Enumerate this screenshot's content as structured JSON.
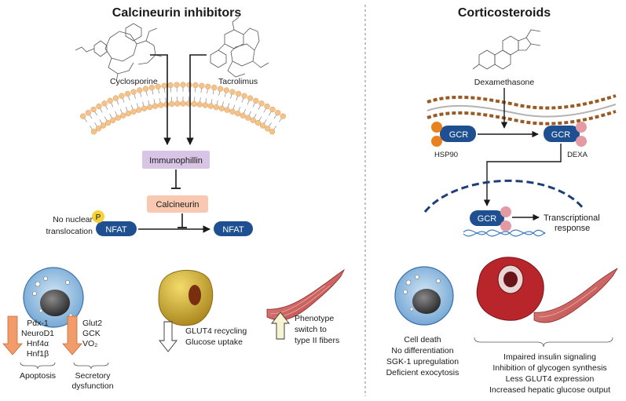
{
  "left": {
    "title": "Calcineurin inhibitors",
    "drug1": "Cyclosporine",
    "drug2": "Tacrolimus",
    "immunophillin": "Immunophillin",
    "calcineurin": "Calcineurin",
    "phospho": "P",
    "nfat": "NFAT",
    "nfat_active": "NFAT",
    "no_nuclear": [
      "No nuclear",
      "translocation"
    ],
    "beta_genes": [
      "Pdx-1",
      "NeuroD1",
      "Hnf4α",
      "Hnf1β"
    ],
    "beta_genes_label": "Apoptosis",
    "secretory_genes": [
      "Glut2",
      "GCK",
      "VO₂"
    ],
    "secretory_label": [
      "Secretory",
      "dysfunction"
    ],
    "adipose_effects": [
      "GLUT4 recycling",
      "Glucose uptake"
    ],
    "muscle_effects": [
      "Phenotype",
      "switch to",
      "type II fibers"
    ]
  },
  "right": {
    "title": "Corticosteroids",
    "drug": "Dexamethasone",
    "gcr": "GCR",
    "gcr_bound": "GCR",
    "gcr_nuclear": "GCR",
    "hsp90": "HSP90",
    "dexa": "DEXA",
    "transcriptional": [
      "Transcriptional",
      "response"
    ],
    "beta_effects": [
      "Cell death",
      "No differentiation",
      "SGK-1 upregulation",
      "Deficient exocytosis"
    ],
    "tissue_effects": [
      "Impaired insulin signaling",
      "Inhibition of glycogen synthesis",
      "Less GLUT4 expression",
      "Increased hepatic glucose output"
    ]
  },
  "colors": {
    "membrane_head": "#f5c28a",
    "immunophillin_box": "#d8c5e6",
    "calcineurin_box": "#f8c9b0",
    "nfat_pill": "#1d4f91",
    "orange_arrow": "#f29b6b",
    "cream_arrow": "#f7f4d2",
    "dashed_divider": "#9a9a9a",
    "nucleus_dash": "#1d3f78",
    "brown_membrane": "#9a5a24"
  }
}
